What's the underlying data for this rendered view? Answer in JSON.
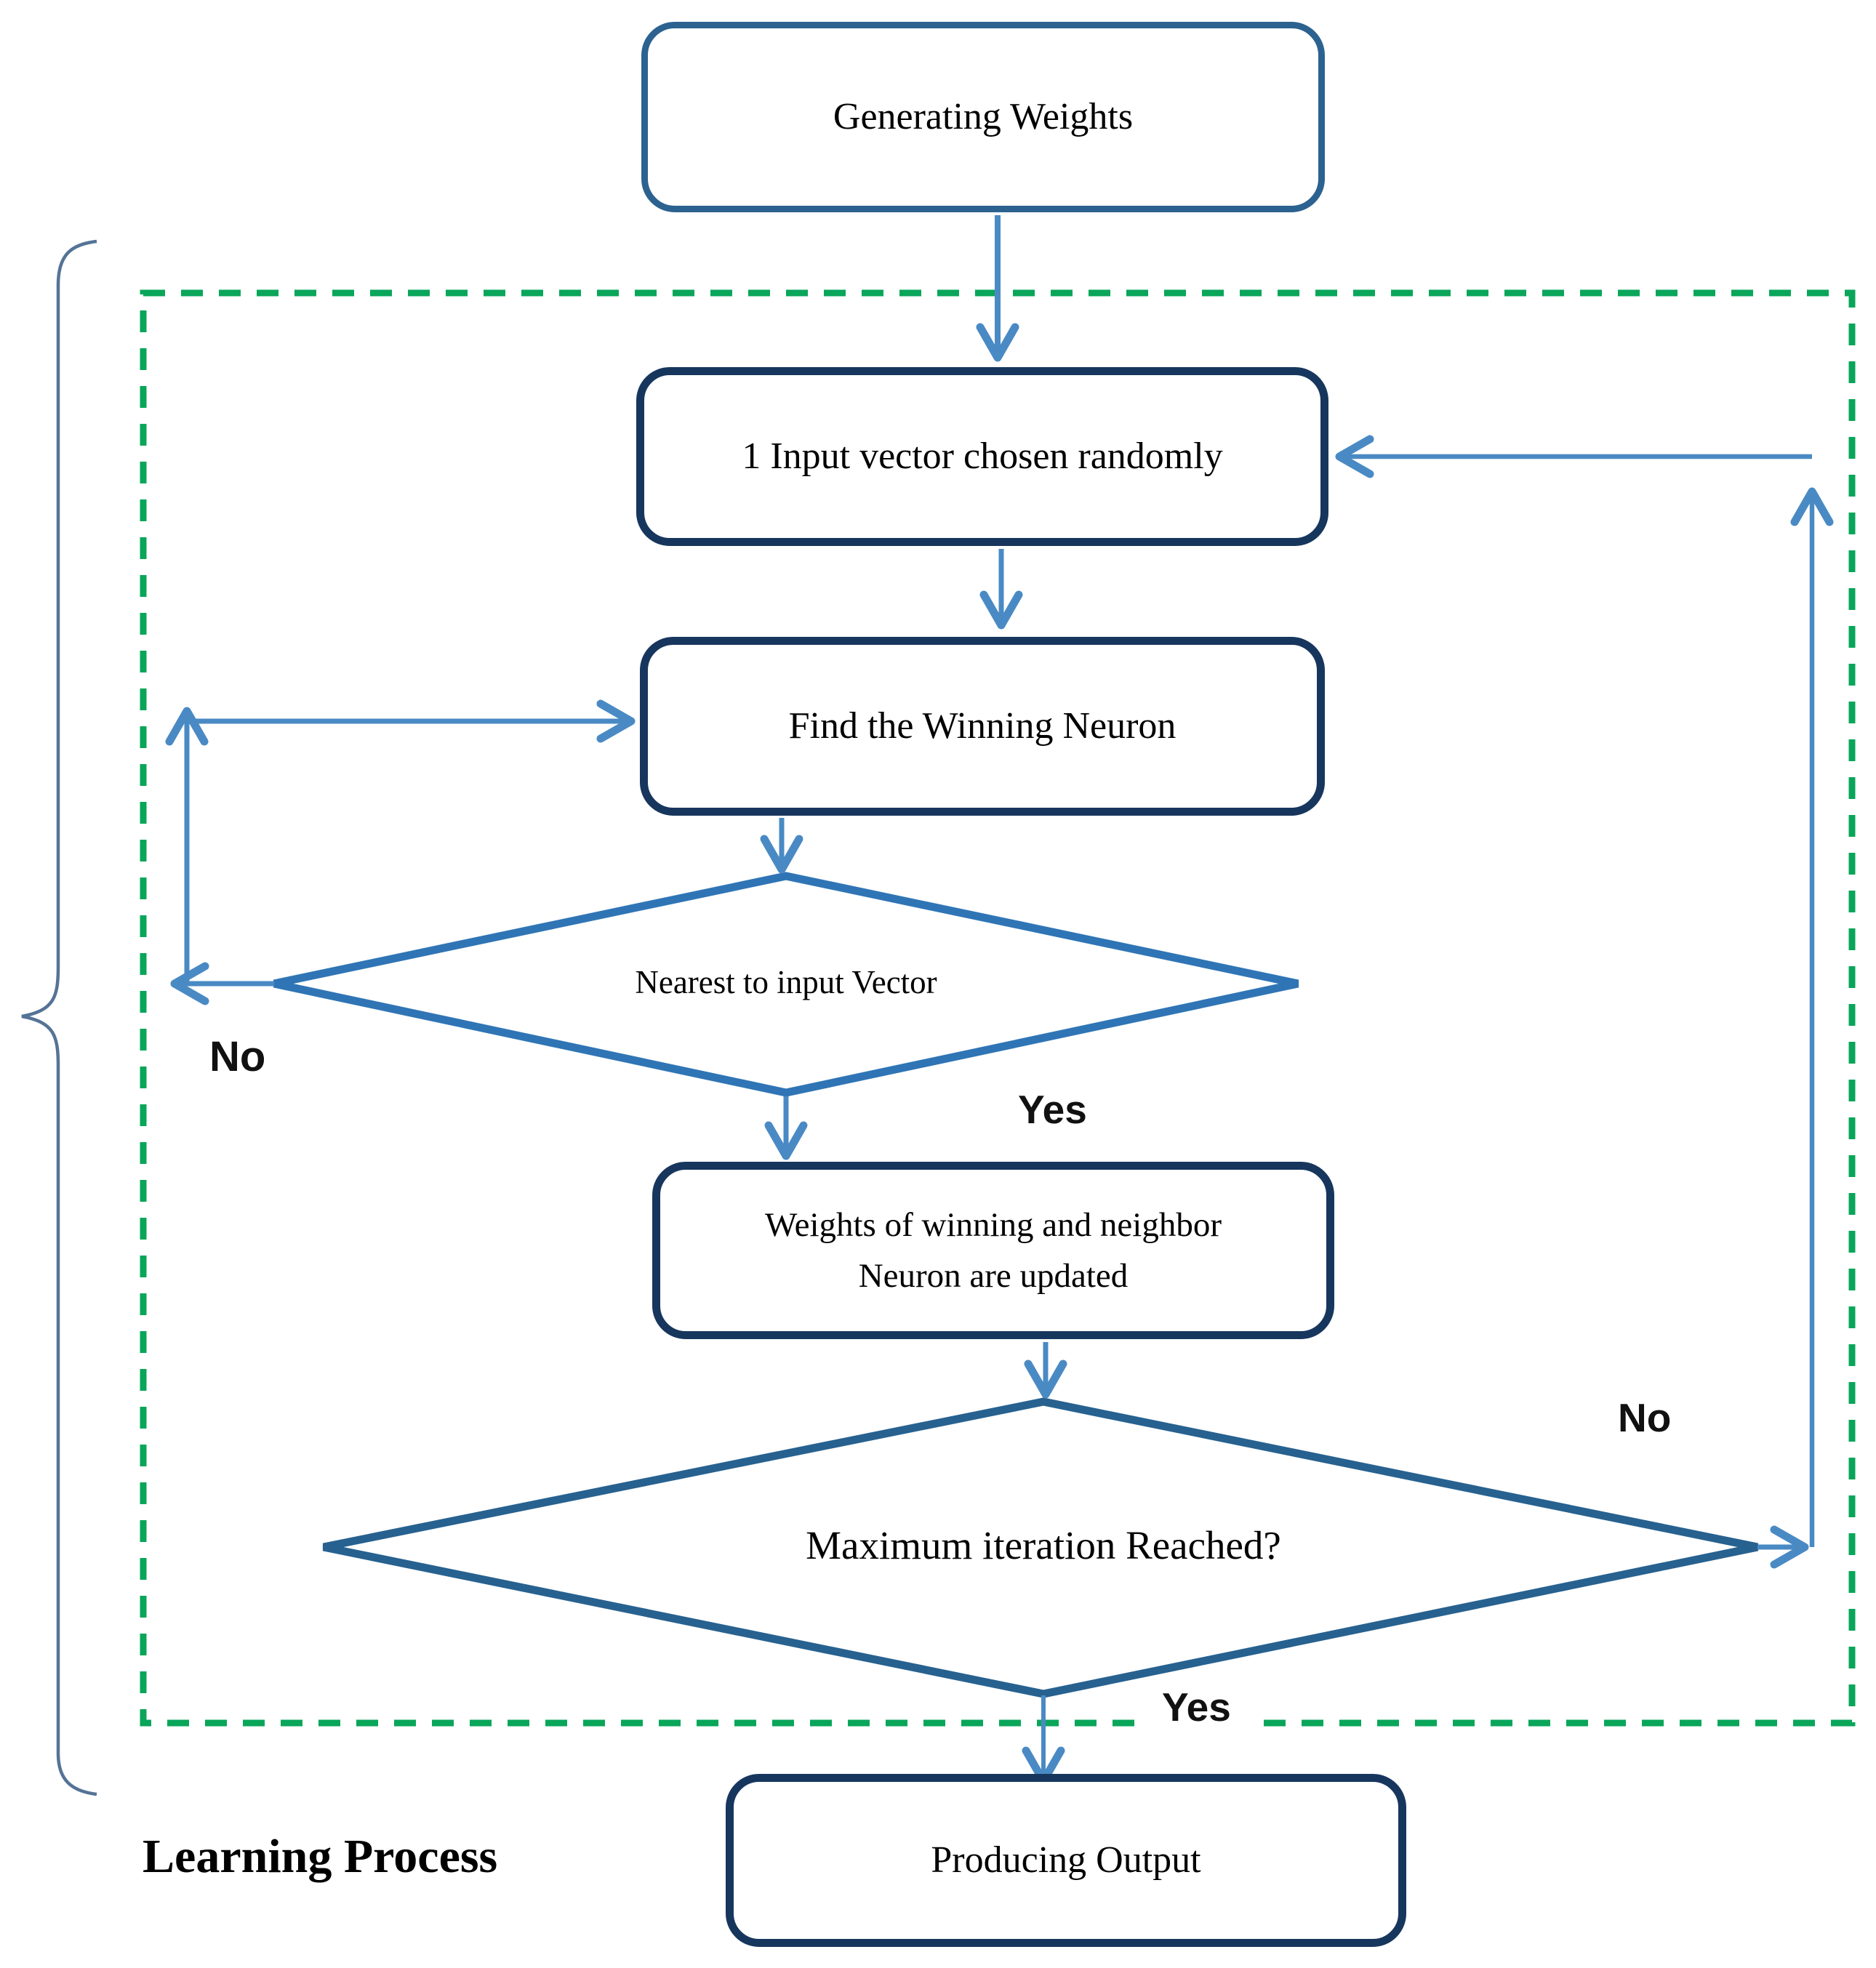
{
  "colors": {
    "navy": "#17365d",
    "steel": "#2c628f",
    "d1": "#2f75b5",
    "d2": "#27618f",
    "arrow": "#4a8ac4",
    "green": "#09a65a",
    "brace": "#547396",
    "ink": "#000000"
  },
  "nodes": {
    "generating_weights": {
      "label": "Generating Weights"
    },
    "input_vector": {
      "label": "1 Input vector chosen randomly"
    },
    "find_winning_neuron": {
      "label": "Find the Winning Neuron"
    },
    "nearest_to_input": {
      "label": "Nearest to input Vector"
    },
    "update_weights": {
      "line1": "Weights of winning and neighbor",
      "line2": "Neuron are updated"
    },
    "max_iteration": {
      "label": "Maximum iteration Reached?"
    },
    "producing_output": {
      "label": "Producing Output"
    }
  },
  "edge_labels": {
    "no_left": "No",
    "yes_middle": "Yes",
    "no_right": "No",
    "yes_bottom": "Yes"
  },
  "region_label": "Learning Process"
}
